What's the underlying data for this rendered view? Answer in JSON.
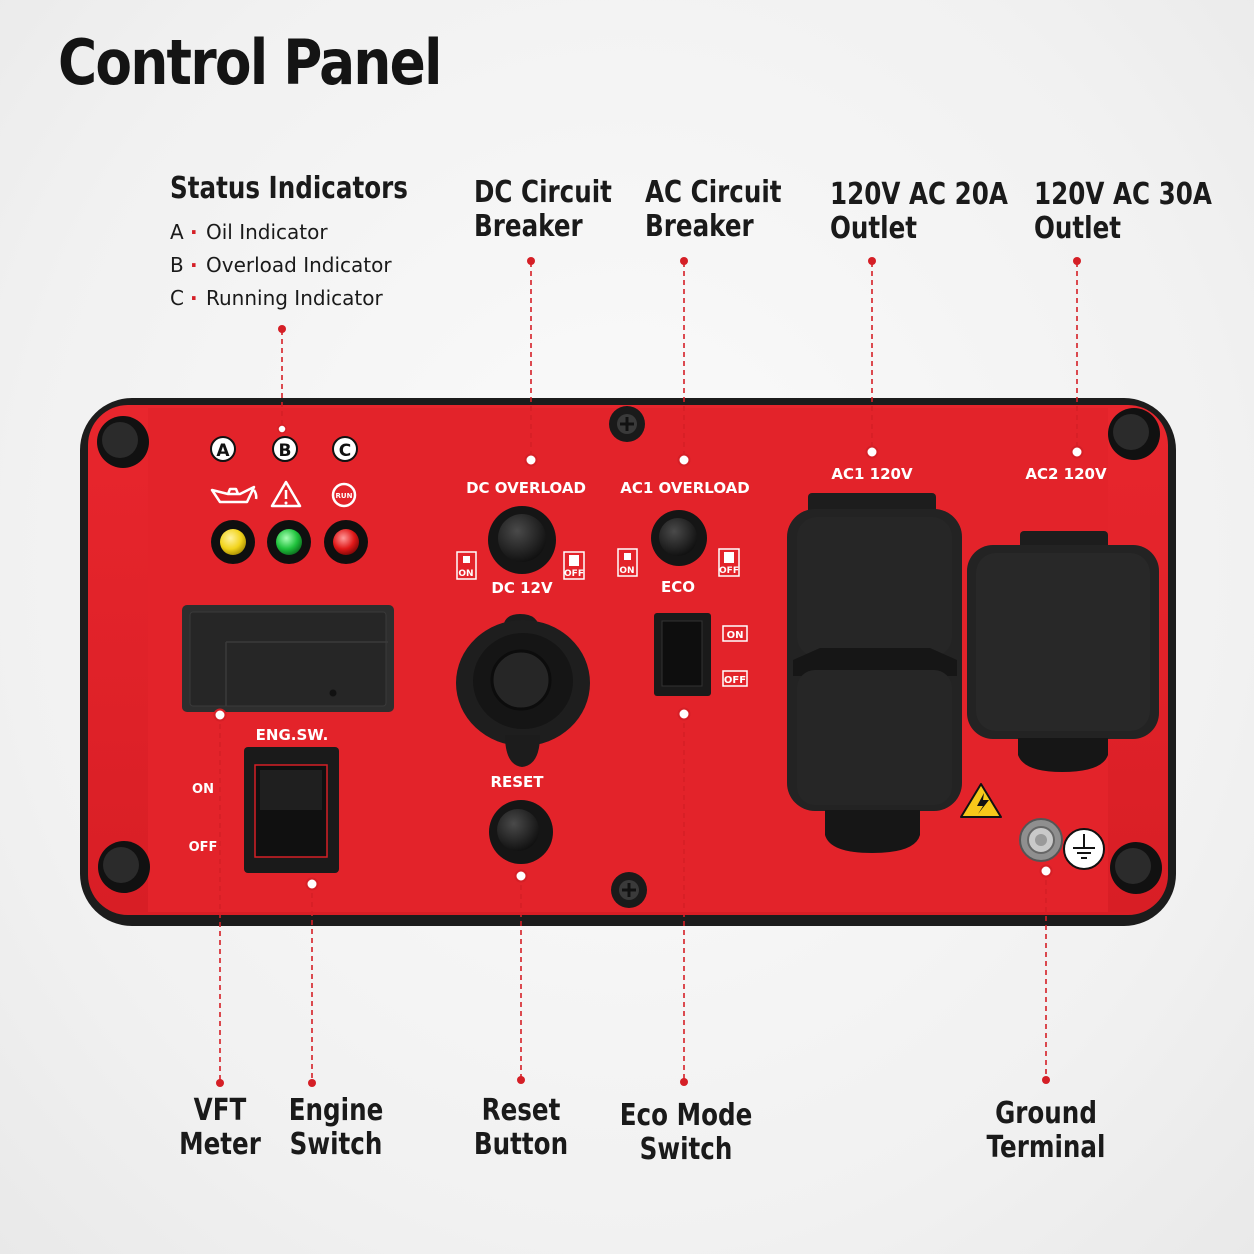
{
  "title": "Control Panel",
  "callouts": {
    "status_indicators": {
      "title": "Status Indicators",
      "items": [
        {
          "letter": "A",
          "label": "Oil Indicator"
        },
        {
          "letter": "B",
          "label": "Overload Indicator"
        },
        {
          "letter": "C",
          "label": "Running Indicator"
        }
      ]
    },
    "dc_breaker": [
      "DC Circuit",
      "Breaker"
    ],
    "ac_breaker": [
      "AC Circuit",
      "Breaker"
    ],
    "outlet_20a": [
      "120V AC 20A",
      "Outlet"
    ],
    "outlet_30a": [
      "120V AC 30A",
      "Outlet"
    ],
    "vft_meter": [
      "VFT",
      "Meter"
    ],
    "engine_switch": [
      "Engine",
      "Switch"
    ],
    "reset_button": [
      "Reset",
      "Button"
    ],
    "eco_switch": [
      "Eco Mode",
      "Switch"
    ],
    "ground_terminal": [
      "Ground",
      "Terminal"
    ]
  },
  "panel": {
    "badges": [
      "A",
      "B",
      "C"
    ],
    "dc_overload": "DC OVERLOAD",
    "ac1_overload": "AC1 OVERLOAD",
    "dc_12v": "DC 12V",
    "eco": "ECO",
    "eng_sw": "ENG.SW.",
    "on": "ON",
    "off": "OFF",
    "reset": "RESET",
    "ac1": "AC1 120V",
    "ac2": "AC2 120V",
    "run_icon_text": "RUN"
  },
  "colors": {
    "panel_red": "#e3232a",
    "frame": "#1c1c1c",
    "accent": "#d51f26",
    "oil_led": "#f2d41c",
    "overload_led": "#1fc23c",
    "running_led": "#e01818"
  }
}
